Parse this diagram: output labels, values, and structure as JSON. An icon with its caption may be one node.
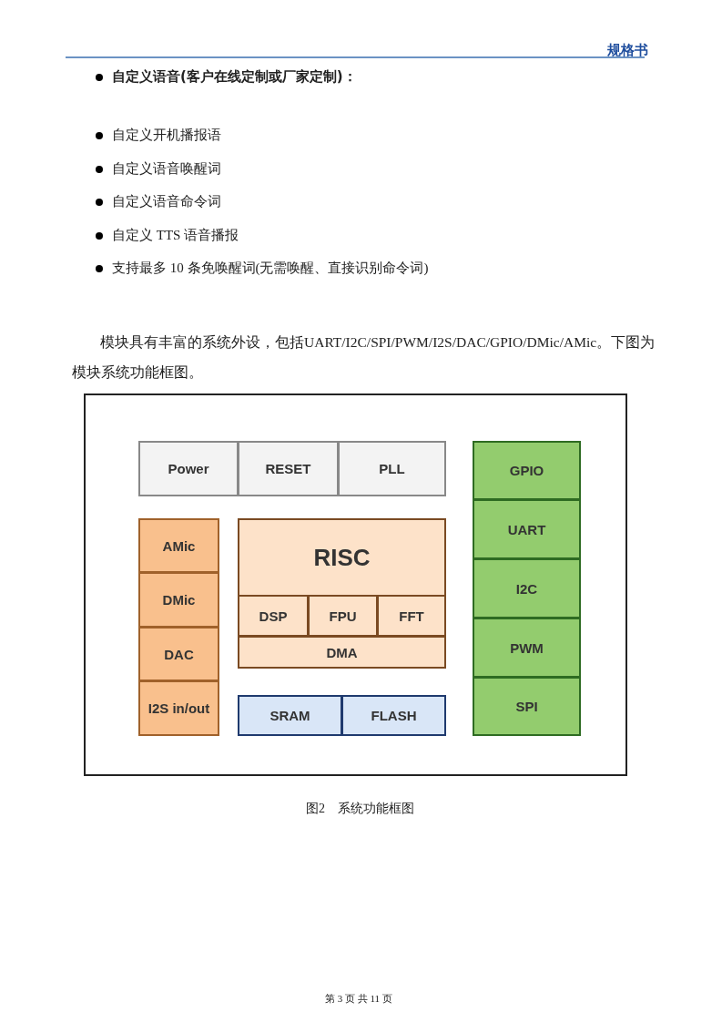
{
  "diagram": {
    "caption": "图2　系统功能框图",
    "nodes": [
      {
        "text": [],
        "shape": "box"
      },
      {
        "text": [
          "Power"
        ],
        "in": 0
      },
      {
        "text": [
          "RESET"
        ],
        "in": 0
      },
      {
        "text": [
          "PLL"
        ],
        "in": 0
      },
      {
        "text": [
          "GPIO"
        ],
        "in": 0
      },
      {
        "text": [
          "AMic"
        ],
        "in": 0
      },
      {
        "text": [
          "RISC"
        ],
        "in": 0
      },
      {
        "text": [
          "DSP"
        ],
        "in": 6
      },
      {
        "text": [
          "FPU"
        ],
        "in": 6
      },
      {
        "text": [
          "FFT"
        ],
        "in": 6
      },
      {
        "text": [
          "DMA"
        ],
        "in": 6
      },
      {
        "text": [
          "UART"
        ],
        "in": 0
      },
      {
        "text": [
          "DMic"
        ],
        "in": 0
      },
      {
        "text": [
          "I2C"
        ],
        "in": 0
      },
      {
        "text": [
          "DAC"
        ],
        "in": 0
      },
      {
        "text": [
          "PWM"
        ],
        "in": 0
      },
      {
        "text": [
          "I2S in/out"
        ],
        "in": 0
      },
      {
        "text": [
          "SRAM"
        ],
        "in": 0
      },
      {
        "text": [
          "FLASH"
        ],
        "in": 0
      },
      {
        "text": [
          "SPI"
        ],
        "in": 0
      }
    ],
    "labels": [
      "规格书",
      "自定义语音(客户在线定制或厂家定制)：",
      "自定义开机播报语",
      "自定义语音唤醒词",
      "自定义语音命令词",
      "自定义 TTS 语音播报",
      "支持最多 10 条免唤醒词(无需唤醒、直接识别命令词)",
      "模块具有丰富的系统外设，包括UART/I2C/SPI/PWM/I2S/DAC/GPIO/DMic/AMic。下图为模块系统功能框图。",
      "第 3 页 共 11 页"
    ]
  }
}
